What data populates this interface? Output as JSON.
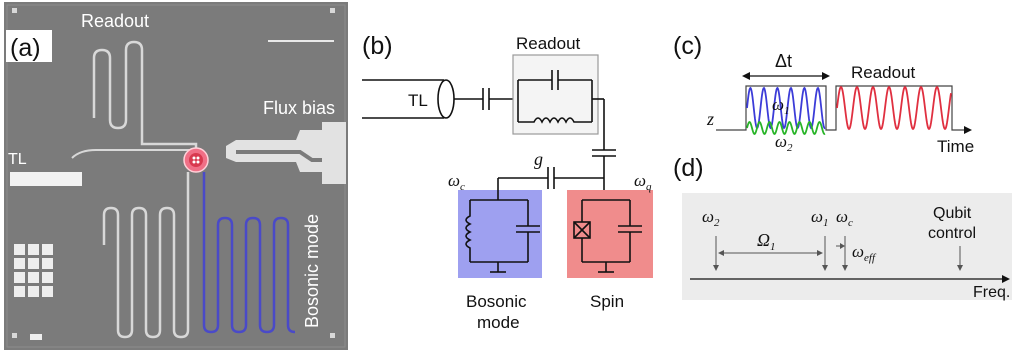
{
  "panels": {
    "a": {
      "tag": "(a)",
      "readout": "Readout",
      "flux_bias": "Flux bias",
      "tl": "TL",
      "bosonic_mode": "Bosonic mode"
    },
    "b": {
      "tag": "(b)",
      "readout": "Readout",
      "tl": "TL",
      "g": "g",
      "omega_c": "ω",
      "omega_c_sub": "c",
      "omega_q": "ω",
      "omega_q_sub": "q",
      "bosonic_line1": "Bosonic",
      "bosonic_line2": "mode",
      "spin": "Spin"
    },
    "c": {
      "tag": "(c)",
      "delta_t": "Δt",
      "readout": "Readout",
      "z": "z",
      "omega1": "ω",
      "omega1_sub": "1",
      "omega2": "ω",
      "omega2_sub": "2",
      "time": "Time"
    },
    "d": {
      "tag": "(d)",
      "omega2": "ω",
      "omega2_sub": "2",
      "omega1": "ω",
      "omega1_sub": "1",
      "omega_c": "ω",
      "omega_c_sub": "c",
      "Omega1": "Ω",
      "Omega1_sub": "1",
      "omega_eff": "ω",
      "omega_eff_sub": "eff",
      "qubit_line1": "Qubit",
      "qubit_line2": "control",
      "freq": "Freq."
    }
  },
  "colors": {
    "chip_bg": "#7b7b7b",
    "trace": "#d8d8d8",
    "bosonic_trace": "#4a4ac8",
    "boson_box": "#9ea0f0",
    "spin_box": "#f08c8c",
    "wave_blue": "#3c3cd8",
    "wave_green": "#28b428",
    "wave_red": "#e03040",
    "panel_d_bg": "#ececec"
  }
}
